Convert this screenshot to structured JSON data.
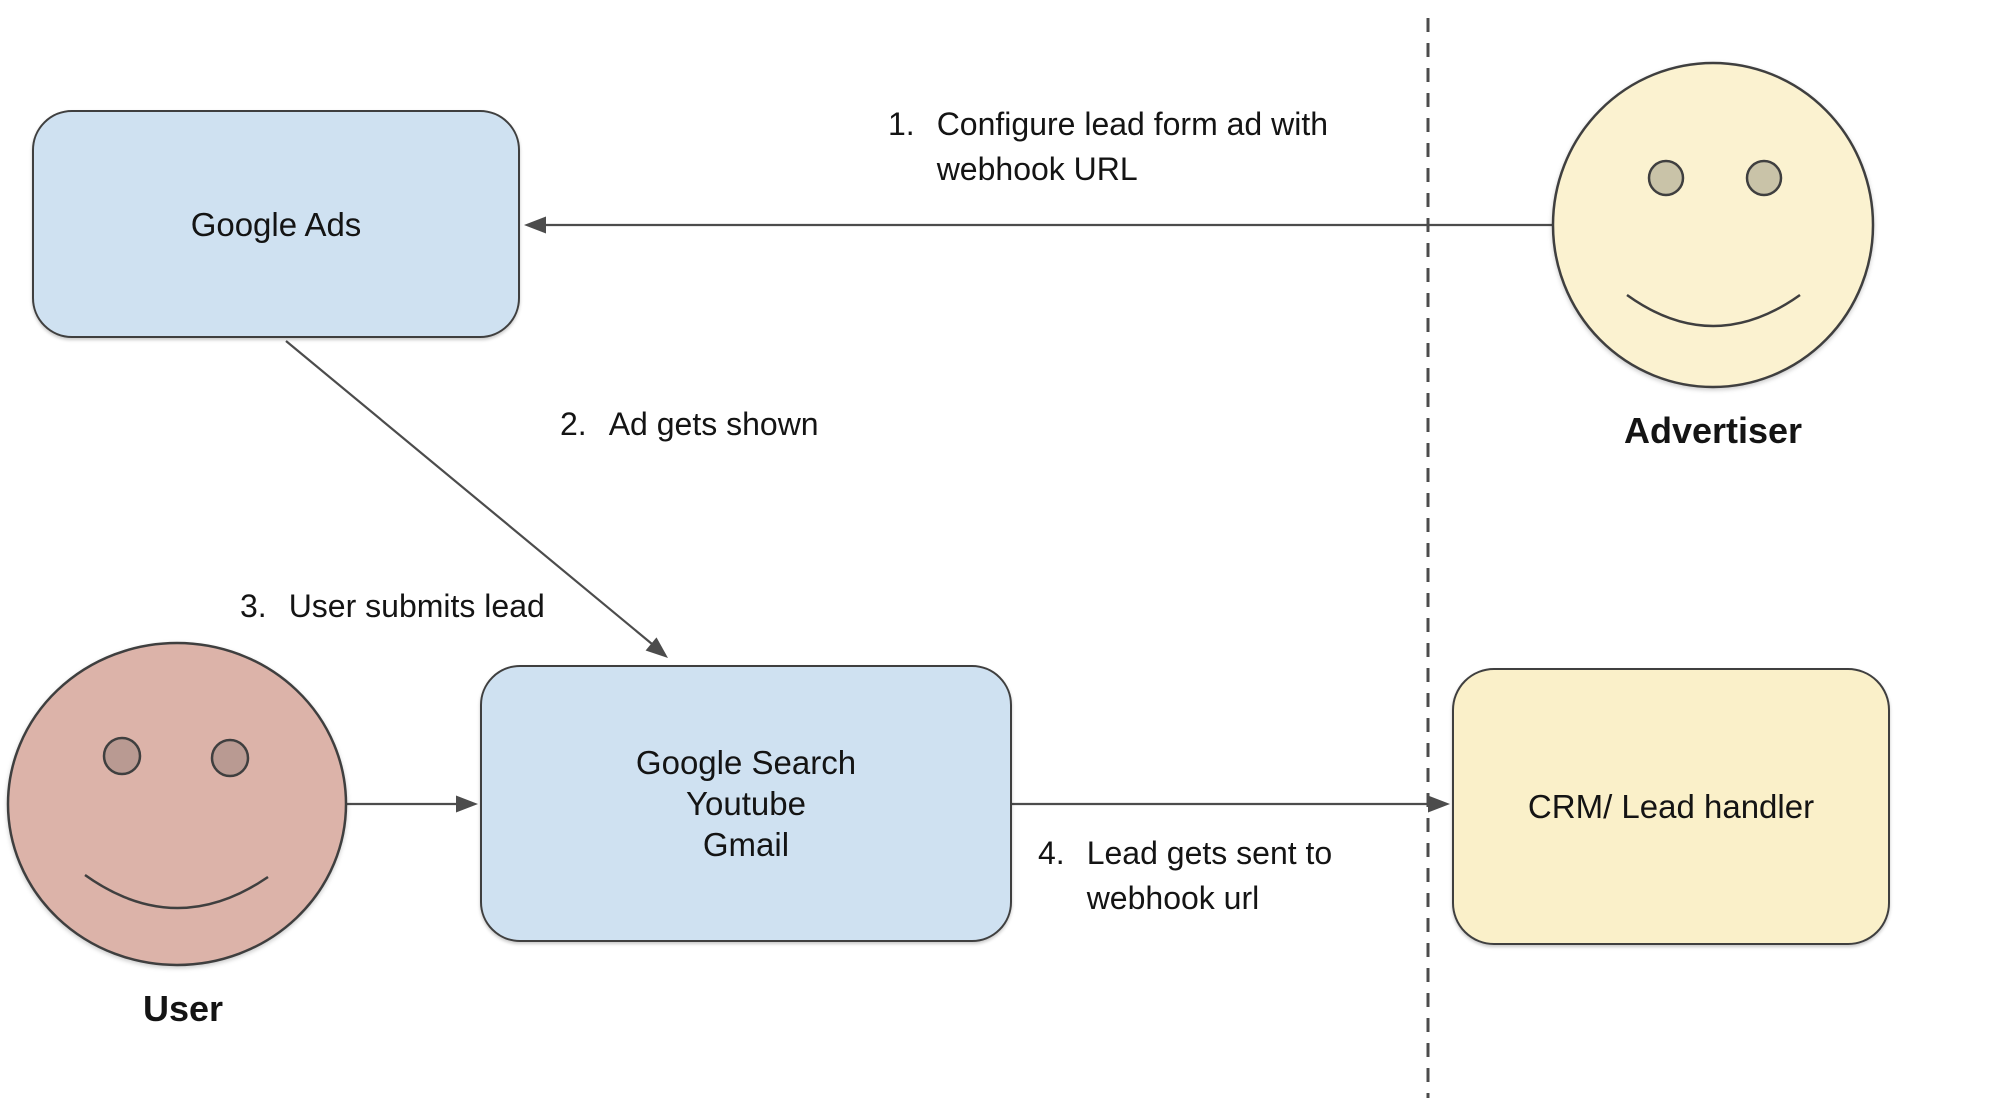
{
  "colors": {
    "node_blue": "#cfe1f1",
    "node_yellow": "#faf0c9",
    "face_yellow": "#fbf2d0",
    "face_pink": "#dcb3a9",
    "eye_pink": "#b99a92",
    "eye_tan": "#c9c3a8",
    "shape_stroke": "#3f3f3f",
    "line_color": "#4c4c4c",
    "text_color": "#141414"
  },
  "nodes": {
    "google_ads": {
      "label": "Google Ads"
    },
    "google_surfaces": {
      "label": "Google Search\nYoutube\nGmail"
    },
    "crm": {
      "label": "CRM/ Lead handler"
    }
  },
  "actors": {
    "advertiser": {
      "label": "Advertiser"
    },
    "user": {
      "label": "User"
    }
  },
  "steps": [
    {
      "number": "1.",
      "text": "Configure lead form ad with\nwebhook URL"
    },
    {
      "number": "2.",
      "text": "Ad gets shown"
    },
    {
      "number": "3.",
      "text": "User submits lead"
    },
    {
      "number": "4.",
      "text": "Lead gets sent to\nwebhook url"
    }
  ]
}
